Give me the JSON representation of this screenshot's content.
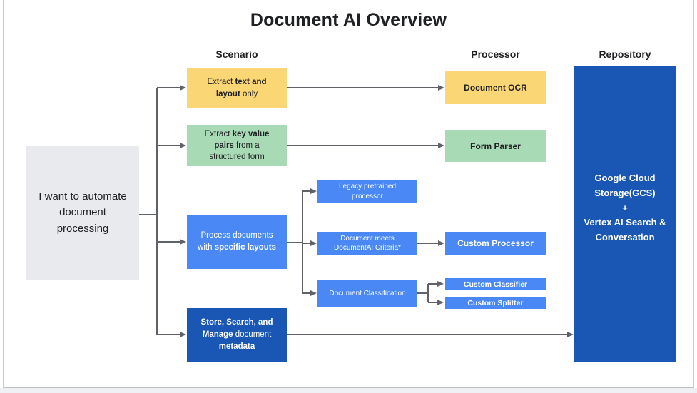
{
  "title": "Document AI Overview",
  "column_headers": {
    "scenario": "Scenario",
    "processor": "Processor",
    "repository": "Repository"
  },
  "start_box": {
    "lines": [
      "I want to automate",
      "document",
      "processing"
    ]
  },
  "scenario_boxes": {
    "extract_text_layout": {
      "seg1": "Extract ",
      "seg2": "text and",
      "seg3": "layout",
      "seg4": " only"
    },
    "extract_key_value": {
      "seg1": "Extract ",
      "seg2": "key value",
      "seg3": "pairs",
      "seg4": " from a",
      "seg5": "structured form"
    },
    "specific_layouts": {
      "seg1": "Process documents",
      "seg2": "with ",
      "seg3": "specific layouts"
    },
    "store_search_manage": {
      "seg1": "Store, Search, and",
      "seg2": "Manage",
      "seg3": " document",
      "seg4": "metadata"
    }
  },
  "decision_boxes": {
    "legacy": {
      "line1": "Legacy pretrained",
      "line2": "processor"
    },
    "criteria": {
      "line1": "Document meets",
      "line2": "DocumentAI Criteria*"
    },
    "classification": {
      "line1": "Document Classification"
    }
  },
  "processor_boxes": {
    "document_ocr": "Document OCR",
    "form_parser": "Form Parser",
    "custom_processor": "Custom Processor",
    "custom_classifier": "Custom Classifier",
    "custom_splitter": "Custom Splitter"
  },
  "repository_box": {
    "lines": [
      "Google Cloud",
      "Storage(GCS)",
      "+",
      "Vertex AI Search &",
      "Conversation"
    ]
  },
  "colors": {
    "yellow": "#fad674",
    "green": "#a8dab5",
    "blue": "#4a89f5",
    "dark_blue": "#1a57b4",
    "gray_box": "#e8eaed",
    "connector": "#5f6368",
    "text_dark": "#202124",
    "text_light": "#ffffff"
  }
}
